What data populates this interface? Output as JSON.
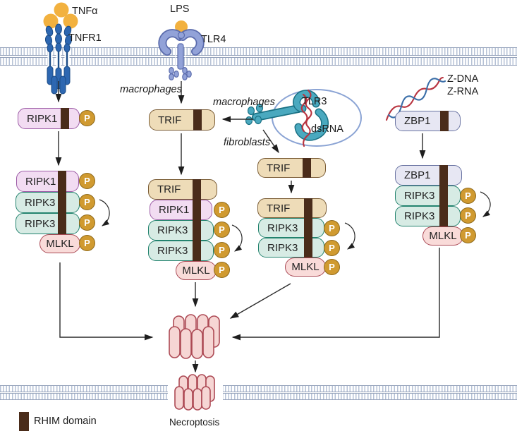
{
  "colors": {
    "ripk1_fill": "#f2dcf2",
    "ripk1_border": "#9c5ba6",
    "ripk3_fill": "#d7ebe4",
    "ripk3_border": "#23836e",
    "mlkl_fill": "#f9dbd9",
    "mlkl_border": "#aa4a56",
    "trif_fill": "#eedcb8",
    "trif_border": "#7a5c35",
    "zbp1_fill": "#e7e7f3",
    "zbp1_border": "#6b75a3",
    "p_fill": "#d09a30",
    "p_border": "#8f6a1c",
    "rhim": "#4a2c1a",
    "membrane_tick": "#b6c2d6",
    "membrane_edge": "#97a4bc",
    "arrow": "#2a2a2a",
    "tnfr1": "#2d67b1",
    "tnfr1_dark": "#1c4c86",
    "tlr4": "#92a2d8",
    "tlr4_dark": "#5a6bac",
    "tlr3": "#4aa9bf",
    "tlr3_dark": "#1a7184",
    "endosome": "#8aa3d4",
    "rna_red": "#b8333f",
    "rna_blue": "#3a6ea8",
    "olig_fill": "#f6d6d4",
    "olig_border": "#ad4a55",
    "lps_yellow": "#f2b13f"
  },
  "ligands": {
    "tnfa": "TNFα",
    "lps": "LPS",
    "dsrna": "dsRNA",
    "zdna": "Z-DNA",
    "zrna": "Z-RNA"
  },
  "receptors": {
    "tnfr1": "TNFR1",
    "tlr4": "TLR4",
    "tlr3": "TLR3"
  },
  "context": {
    "macrophages_tlr4": "macrophages",
    "macrophages_tlr3": "macrophages",
    "fibroblasts": "fibroblasts"
  },
  "initial": {
    "ripk1": "RIPK1",
    "trif_macrophages": "TRIF",
    "trif_fibroblasts": "TRIF",
    "zbp1": "ZBP1"
  },
  "complexes": {
    "tnf": [
      "RIPK1",
      "RIPK3",
      "RIPK3",
      "MLKL"
    ],
    "tlr4_macrophages": [
      "TRIF",
      "RIPK1",
      "RIPK3",
      "RIPK3",
      "MLKL"
    ],
    "tlr3_fibroblasts": [
      "TRIF",
      "RIPK3",
      "RIPK3",
      "MLKL"
    ],
    "zbp1": [
      "ZBP1",
      "RIPK3",
      "RIPK3",
      "MLKL"
    ]
  },
  "phosphate": "P",
  "outcome": "Necroptosis",
  "legend": {
    "rhim": "RHIM domain"
  }
}
